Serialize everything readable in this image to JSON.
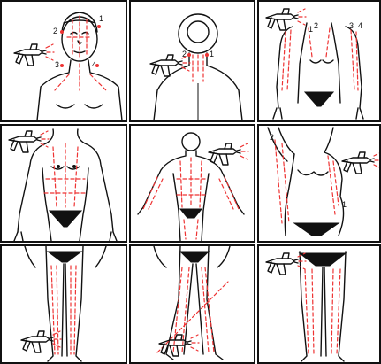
{
  "panels": [
    {
      "id": "face",
      "labels": [
        "1",
        "2",
        "3",
        "4"
      ]
    },
    {
      "id": "neck-back",
      "labels": [
        "1",
        "2"
      ]
    },
    {
      "id": "arms-front",
      "labels": [
        "1",
        "2",
        "3",
        "4"
      ]
    },
    {
      "id": "torso-front",
      "labels": []
    },
    {
      "id": "back-full",
      "labels": []
    },
    {
      "id": "side-arm-raised",
      "labels": [
        "1",
        "2"
      ]
    },
    {
      "id": "legs-front",
      "labels": []
    },
    {
      "id": "legs-side",
      "labels": []
    },
    {
      "id": "legs-back",
      "labels": []
    }
  ],
  "colors": {
    "guide_lines": "#e33333",
    "outline": "#111111",
    "background": "#ffffff"
  },
  "icons": [
    "spray-gun-icon"
  ]
}
